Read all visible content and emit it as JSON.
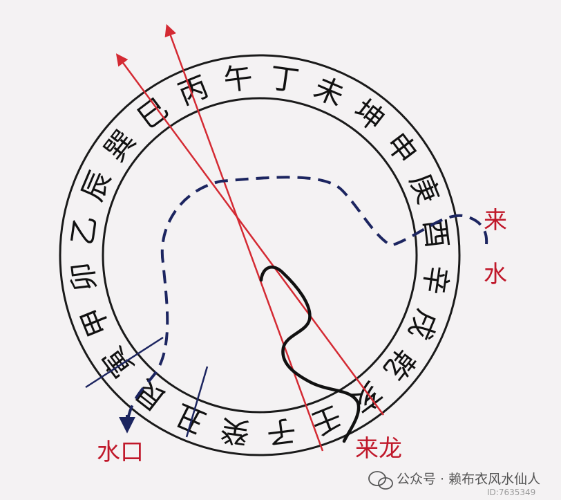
{
  "ring": {
    "characters": [
      "丙",
      "午",
      "丁",
      "未",
      "坤",
      "申",
      "庚",
      "酉",
      "辛",
      "戌",
      "乾",
      "亥",
      "壬",
      "子",
      "癸",
      "丑",
      "艮",
      "寅",
      "甲",
      "卯",
      "乙",
      "辰",
      "巽",
      "巳"
    ]
  },
  "labels": {
    "water_in_line1": "来",
    "water_in_line2": "水",
    "water_outlet": "水口",
    "dragon": "来龙"
  },
  "watermark": {
    "text": "公众号 · 赖布衣风水仙人",
    "id": "ID:7635349"
  },
  "colors": {
    "ring_stroke": "#1a1a1a",
    "red_lines": "#d42a33",
    "blue_water": "#1c2560",
    "label_red": "#c0182a",
    "background": "#f4f2f3"
  },
  "icons": {
    "arrow_tip": "arrowhead",
    "watermark_logo": "wechat-logo"
  }
}
